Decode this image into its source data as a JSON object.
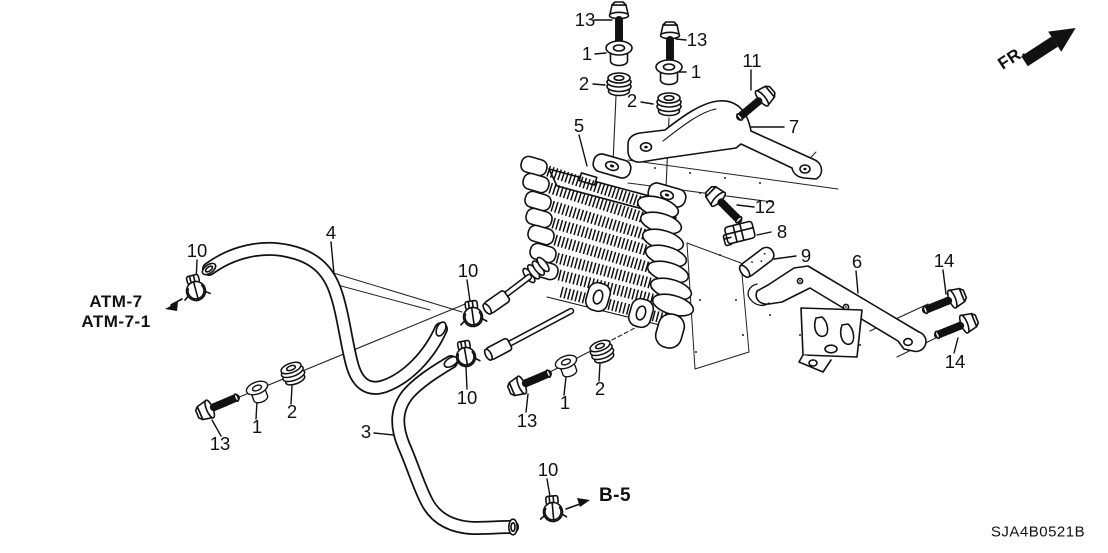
{
  "diagram": {
    "type": "exploded-parts-diagram",
    "code": "SJA4B0521B",
    "direction_indicator": "FR.",
    "cross_references": {
      "atm_line1": "ATM-7",
      "atm_line2": "ATM-7-1",
      "b5": "B-5"
    }
  },
  "callouts": [
    {
      "label": "13"
    },
    {
      "label": "1"
    },
    {
      "label": "2"
    },
    {
      "label": "13"
    },
    {
      "label": "1"
    },
    {
      "label": "2"
    },
    {
      "label": "11"
    },
    {
      "label": "5"
    },
    {
      "label": "7"
    },
    {
      "label": "12"
    },
    {
      "label": "8"
    },
    {
      "label": "9"
    },
    {
      "label": "6"
    },
    {
      "label": "14"
    },
    {
      "label": "14"
    },
    {
      "label": "10"
    },
    {
      "label": "4"
    },
    {
      "label": "10"
    },
    {
      "label": "10"
    },
    {
      "label": "10"
    },
    {
      "label": "3"
    },
    {
      "label": "13"
    },
    {
      "label": "1"
    },
    {
      "label": "2"
    },
    {
      "label": "13"
    },
    {
      "label": "1"
    },
    {
      "label": "2"
    }
  ]
}
